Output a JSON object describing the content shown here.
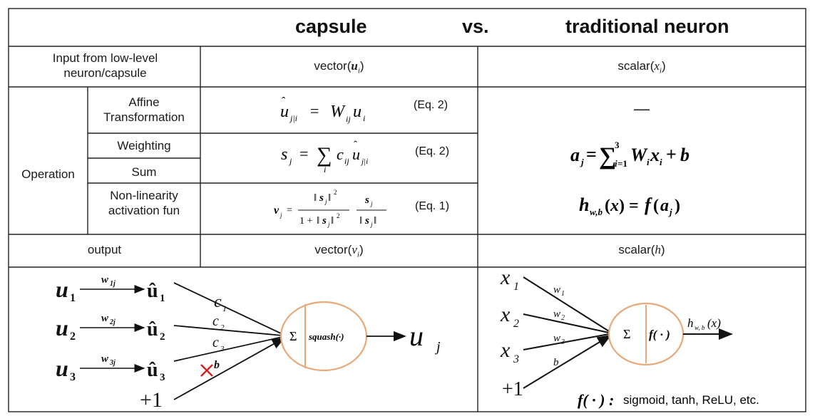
{
  "header": {
    "col_capsule": "capsule",
    "vs": "vs.",
    "col_traditional": "traditional neuron"
  },
  "rows": {
    "input_label": "Input from low-level neuron/capsule",
    "input_capsule_prefix": "vector(",
    "input_capsule_var": "u",
    "input_capsule_sub": "i",
    "input_capsule_suffix": ")",
    "input_trad_prefix": "scalar(",
    "input_trad_var": "x",
    "input_trad_sub": "i",
    "input_trad_suffix": ")",
    "operation_label": "Operation",
    "affine_label": "Affine Transformation",
    "affine_eq_tag": "(Eq. 2)",
    "affine_trad": "—",
    "weighting_label": "Weighting",
    "sum_label": "Sum",
    "weighting_eq_tag": "(Eq. 2)",
    "nonlin_label": "Non-linearity activation fun",
    "nonlin_eq_tag": "(Eq. 1)",
    "output_label": "output",
    "output_capsule_prefix": "vector(",
    "output_capsule_var": "v",
    "output_capsule_sub": "i",
    "output_capsule_suffix": ")",
    "output_trad_prefix": "scalar(",
    "output_trad_var": "h",
    "output_trad_suffix": ")"
  },
  "capsule_diagram": {
    "inputs": [
      "u",
      "u",
      "u",
      "+1"
    ],
    "input_subs": [
      "1",
      "2",
      "3"
    ],
    "weights": [
      "w",
      "w",
      "w"
    ],
    "weight_subs": [
      "1j",
      "2j",
      "3j"
    ],
    "coupling": [
      "c",
      "c",
      "c",
      "b"
    ],
    "coupling_subs": [
      "1",
      "2",
      "3"
    ],
    "sigma": "Σ",
    "squash": "squash(·)",
    "output": "u",
    "output_sub": "j",
    "cross_color": "#cc2222",
    "node_color": "#e8a878"
  },
  "neuron_diagram": {
    "inputs": [
      "x",
      "x",
      "x",
      "+1"
    ],
    "input_subs": [
      "1",
      "2",
      "3"
    ],
    "weights": [
      "w",
      "w",
      "w",
      "b"
    ],
    "weight_subs": [
      "1",
      "2",
      "3"
    ],
    "sigma": "Σ",
    "activation": "f( · )",
    "output": "h",
    "output_sub": "w, b",
    "output_arg": "(x)",
    "footnote_math": "f( · ) :",
    "footnote_text": " sigmoid, tanh, ReLU, etc."
  }
}
